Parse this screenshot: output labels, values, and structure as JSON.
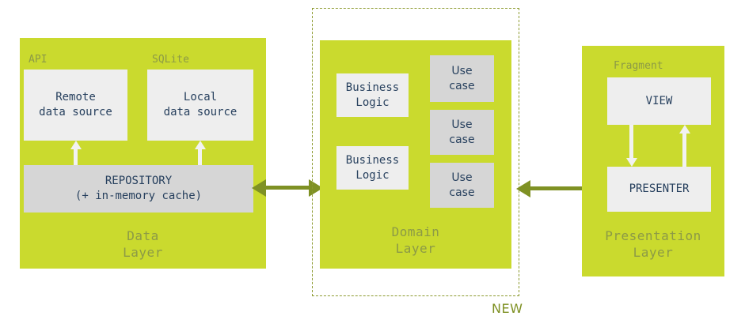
{
  "diagram": {
    "title": "Clean architecture layers diagram",
    "colors": {
      "layer_green": "#cada2e",
      "box_light_gray": "#eeeeee",
      "box_dark_gray": "#d6d6d6",
      "text_navy": "#27405e",
      "label_olive": "#8c9a46",
      "arrow_olive": "#7f9124",
      "arrow_white": "#f2f2f2",
      "background": "#ffffff"
    }
  },
  "data_layer": {
    "caption": "Data\nLayer",
    "tags": {
      "api": "API",
      "sqlite": "SQLite"
    },
    "boxes": [
      {
        "label": "Remote\ndata source"
      },
      {
        "label": "Local\ndata source"
      },
      {
        "label": "REPOSITORY\n(+ in-memory cache)"
      }
    ]
  },
  "domain_layer": {
    "caption": "Domain\nLayer",
    "new_badge": "NEW",
    "business_logic": [
      {
        "label": "Business\nLogic"
      },
      {
        "label": "Business\nLogic"
      }
    ],
    "use_cases": [
      {
        "label": "Use\ncase"
      },
      {
        "label": "Use\ncase"
      },
      {
        "label": "Use\ncase"
      }
    ]
  },
  "presentation_layer": {
    "caption": "Presentation\nLayer",
    "tags": {
      "fragment": "Fragment"
    },
    "boxes": [
      {
        "label": "VIEW"
      },
      {
        "label": "PRESENTER"
      }
    ]
  },
  "connectors": [
    {
      "name": "data-domain",
      "style": "bidirectional"
    },
    {
      "name": "domain-presentation",
      "style": "bidirectional"
    }
  ]
}
